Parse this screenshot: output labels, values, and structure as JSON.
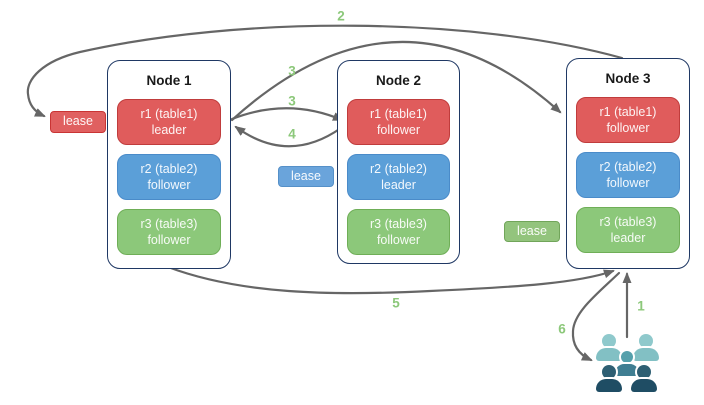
{
  "nodes": [
    {
      "title": "Node 1",
      "replicas": [
        {
          "name": "r1 (table1)",
          "role": "leader",
          "color": "#e05c5c"
        },
        {
          "name": "r2 (table2)",
          "role": "follower",
          "color": "#5b9fd8"
        },
        {
          "name": "r3 (table3)",
          "role": "follower",
          "color": "#8cc87a"
        }
      ]
    },
    {
      "title": "Node 2",
      "replicas": [
        {
          "name": "r1 (table1)",
          "role": "follower",
          "color": "#e05c5c"
        },
        {
          "name": "r2 (table2)",
          "role": "leader",
          "color": "#5b9fd8"
        },
        {
          "name": "r3 (table3)",
          "role": "follower",
          "color": "#8cc87a"
        }
      ]
    },
    {
      "title": "Node 3",
      "replicas": [
        {
          "name": "r1 (table1)",
          "role": "follower",
          "color": "#e05c5c"
        },
        {
          "name": "r2 (table2)",
          "role": "follower",
          "color": "#5b9fd8"
        },
        {
          "name": "r3 (table3)",
          "role": "leader",
          "color": "#8cc87a"
        }
      ]
    }
  ],
  "leases": [
    {
      "label": "lease",
      "color": "#e06060",
      "position": "left-of-node-1"
    },
    {
      "label": "lease",
      "color": "#6aa4db",
      "position": "between-node-1-and-2"
    },
    {
      "label": "lease",
      "color": "#93c47d",
      "position": "between-node-2-and-3"
    }
  ],
  "steps": {
    "step1": "1",
    "step2": "2",
    "step3a": "3",
    "step3b": "3",
    "step4": "4",
    "step5": "5",
    "step6": "6"
  },
  "icons": {
    "user_group": "user-group-icon"
  },
  "colors": {
    "arrow": "#666666",
    "step_label": "#8cc87a",
    "node_border": "#1f3864",
    "red_fill": "#e05c5c",
    "red_border": "#c03c3c",
    "blue_fill": "#5b9fd8",
    "blue_border": "#4a8bc9",
    "green_fill": "#8cc87a",
    "green_border": "#6fae57",
    "user_light": "#8fc9cc",
    "user_mid": "#4f93a3",
    "user_dark": "#2a5a70"
  }
}
